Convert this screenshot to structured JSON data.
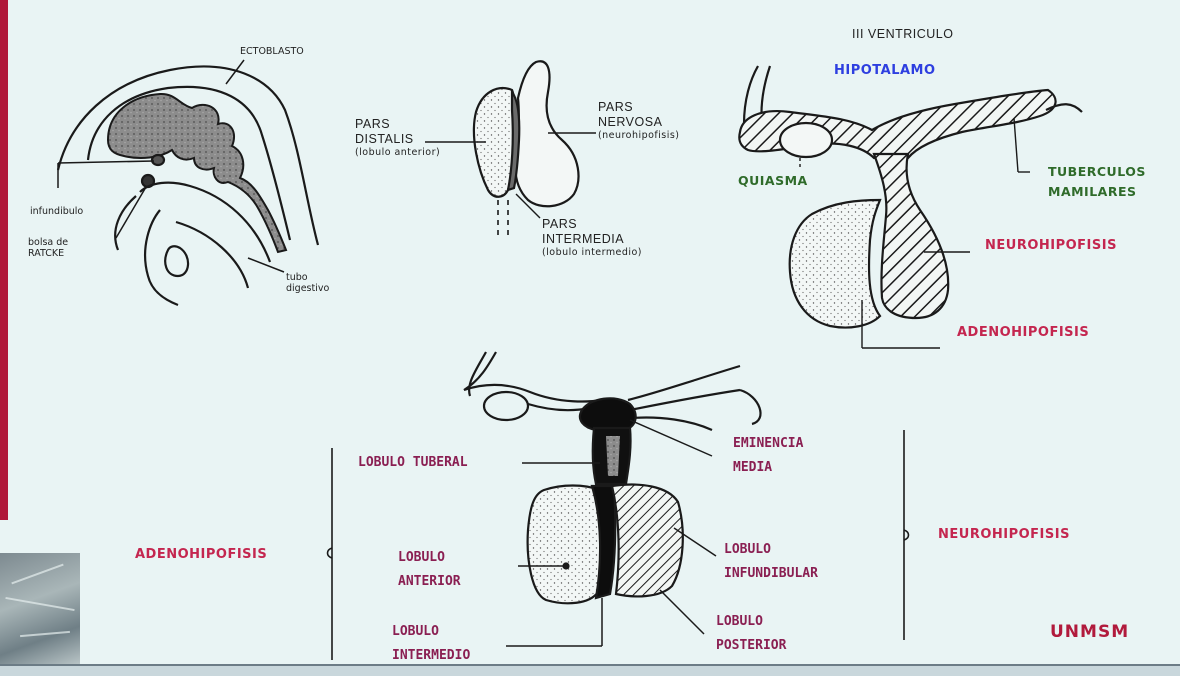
{
  "labels": {
    "ectoblasto": "ECTOBLASTO",
    "infundibulo": "infundibulo",
    "bolsa_line1": "bolsa de",
    "bolsa_line2": "RATCKE",
    "tubo_line1": "tubo",
    "tubo_line2": "digestivo",
    "pars_distalis_line1": "PARS",
    "pars_distalis_line2": "DISTALIS",
    "pars_distalis_line3": "(lobulo anterior)",
    "pars_nervosa_line1": "PARS",
    "pars_nervosa_line2": "NERVOSA",
    "pars_nervosa_line3": "(neurohipofisis)",
    "pars_intermedia_line1": "PARS",
    "pars_intermedia_line2": "INTERMEDIA",
    "pars_intermedia_line3": "(lobulo intermedio)",
    "tercer_ventriculo": "III VENTRICULO",
    "hipotalamo": "HIPOTALAMO",
    "quiasma": "QUIASMA",
    "tuberculos_line1": "TUBERCULOS",
    "tuberculos_line2": "MAMILARES",
    "neurohipofisis_top": "NEUROHIPOFISIS",
    "adenohipofisis_top": "ADENOHIPOFISIS",
    "lobulo_tuberal": "LOBULO TUBERAL",
    "eminencia_line1": "EMINENCIA",
    "eminencia_line2": "MEDIA",
    "adenohipofisis_bottom": "ADENOHIPOFISIS",
    "lobulo_anterior_line1": "LOBULO",
    "lobulo_anterior_line2": "ANTERIOR",
    "lobulo_infundibular_line1": "LOBULO",
    "lobulo_infundibular_line2": "INFUNDIBULAR",
    "neurohipofisis_bottom": "NEUROHIPOFISIS",
    "lobulo_intermedio_line1": "LOBULO",
    "lobulo_intermedio_line2": "INTERMEDIO",
    "lobulo_posterior_line1": "LOBULO",
    "lobulo_posterior_line2": "POSTERIOR",
    "brand": "UNMSM"
  },
  "colors": {
    "background": "#e9f4f4",
    "red_label": "#c4264f",
    "blue_label": "#2e3fe0",
    "green_label": "#2f6b2a",
    "dark_magenta_label": "#8a1f52",
    "accent_strip": "#b0183a",
    "ink": "#1a1a1a"
  }
}
